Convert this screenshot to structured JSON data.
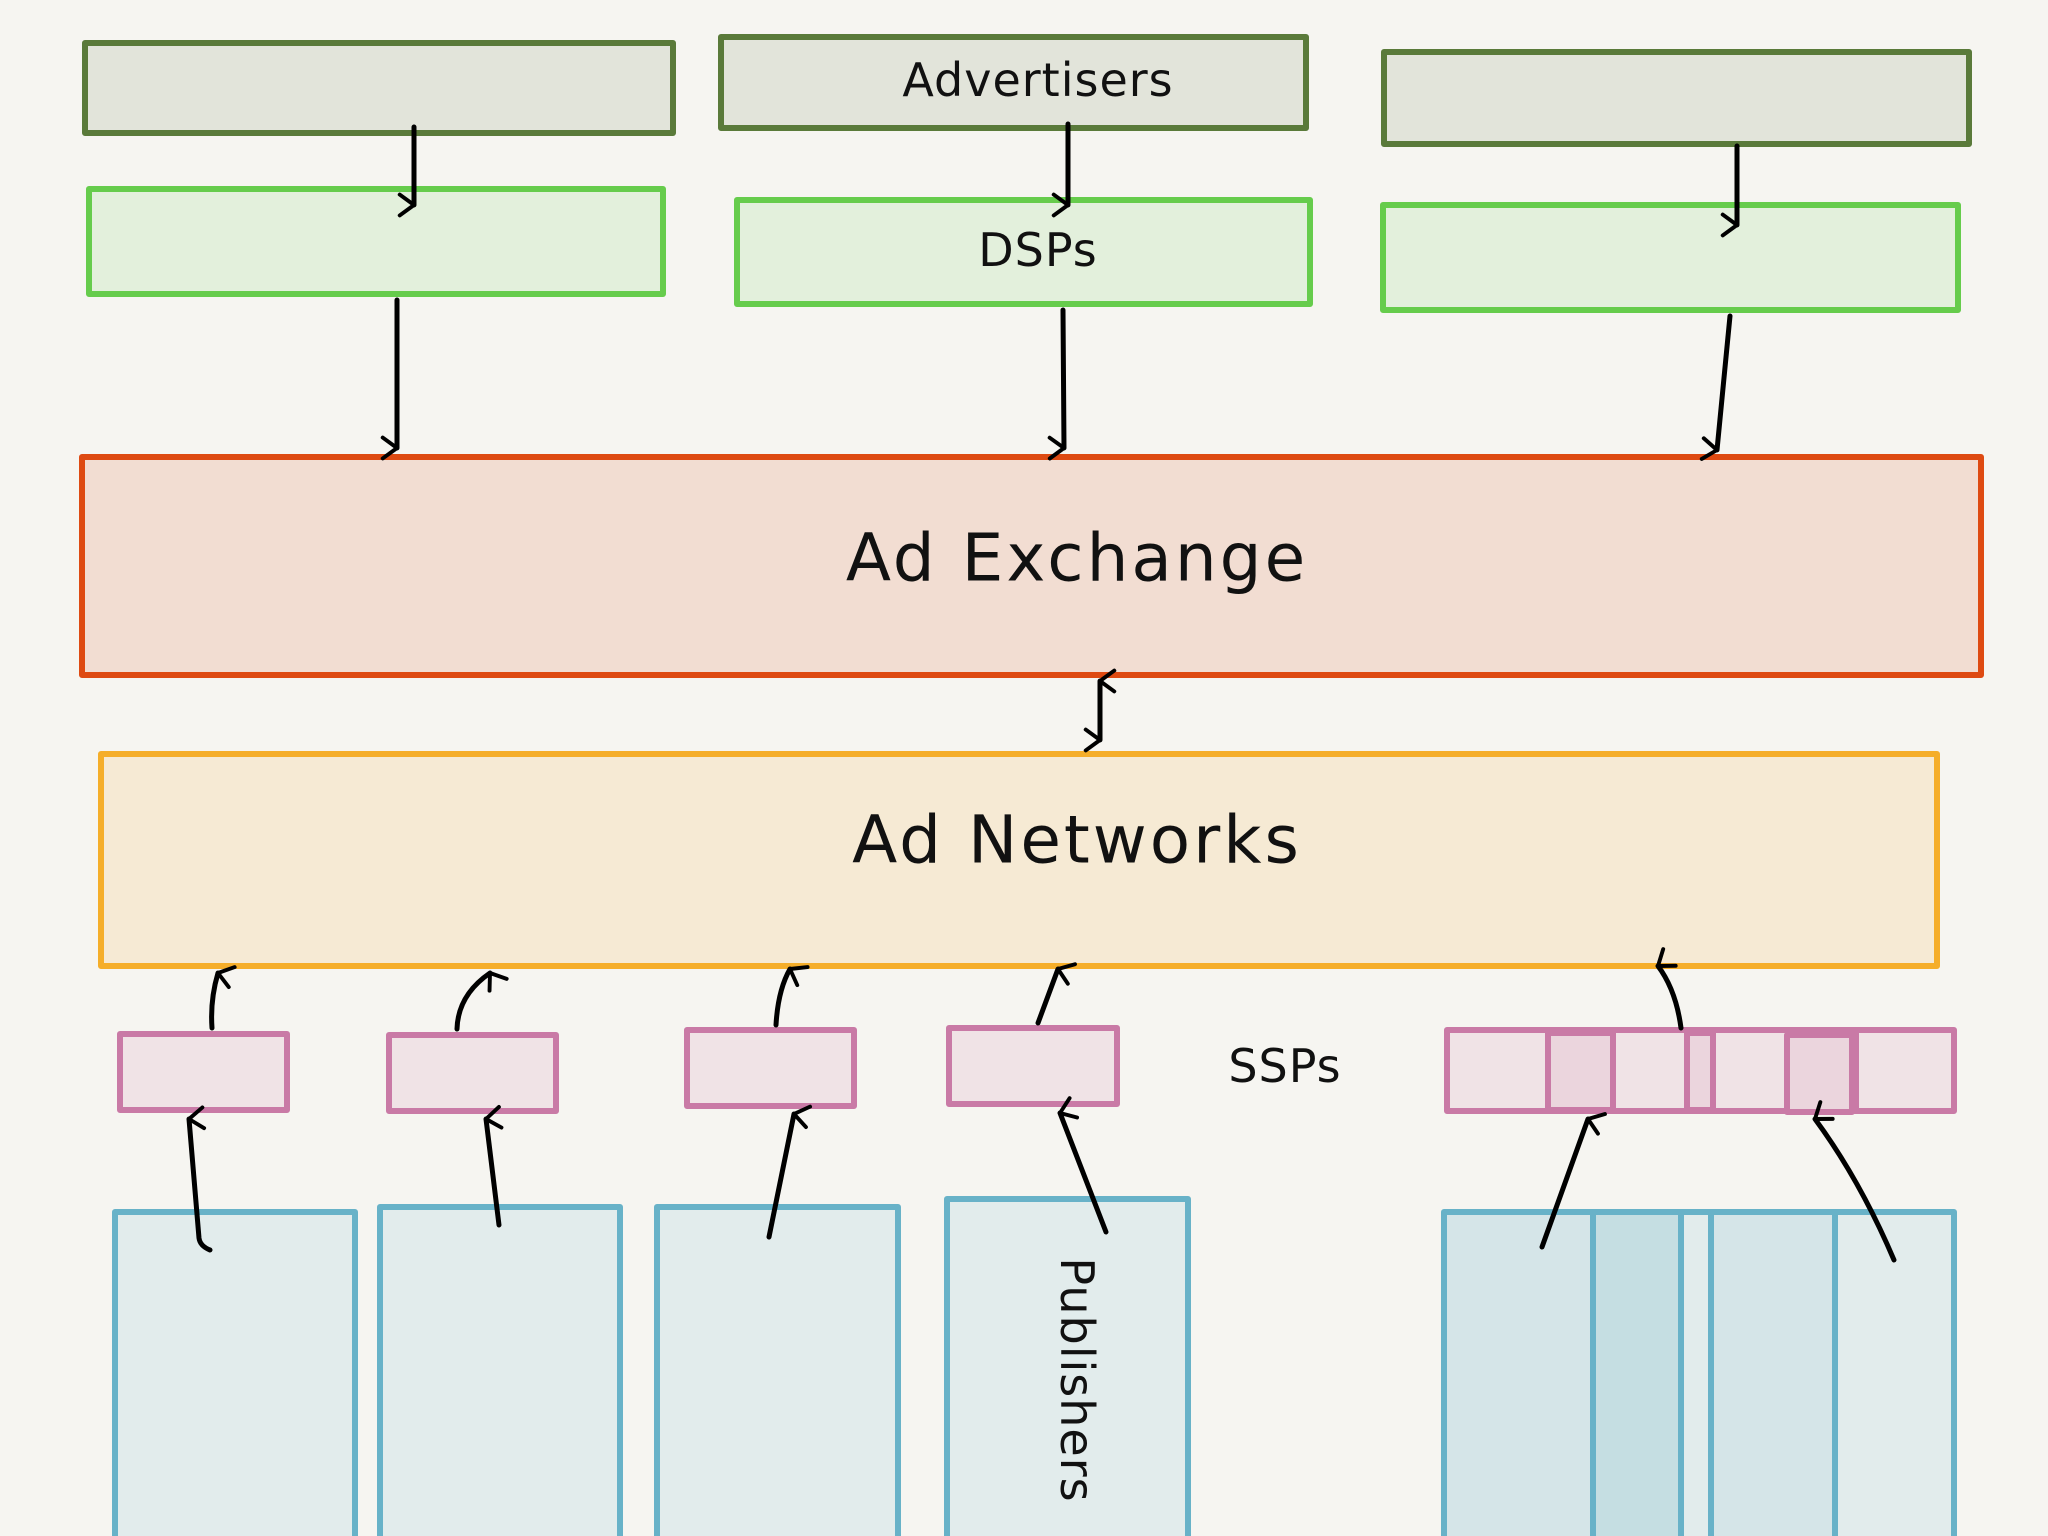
{
  "labels": {
    "advertisers": "Advertisers",
    "dsps": "DSPs",
    "ad_exchange": "Ad Exchange",
    "ad_networks": "Ad Networks",
    "ssps": "SSPs",
    "publishers": "Publishers"
  },
  "colors": {
    "background": "#f6f5f1",
    "advertiser_fill": "#e2e4da",
    "advertiser_stroke": "#5a7a3a",
    "dsp_fill": "#e3f0dc",
    "dsp_stroke": "#66cc4c",
    "exchange_fill": "#f2ddd2",
    "exchange_stroke": "#de4a12",
    "network_fill": "#f6ead4",
    "network_stroke": "#f5ae2a",
    "ssp_fill": "#f0e3e6",
    "ssp_stroke": "#c97aa6",
    "publisher_fill": "#e2ecec",
    "publisher_stroke": "#68b2c8",
    "arrow": "#000000"
  }
}
